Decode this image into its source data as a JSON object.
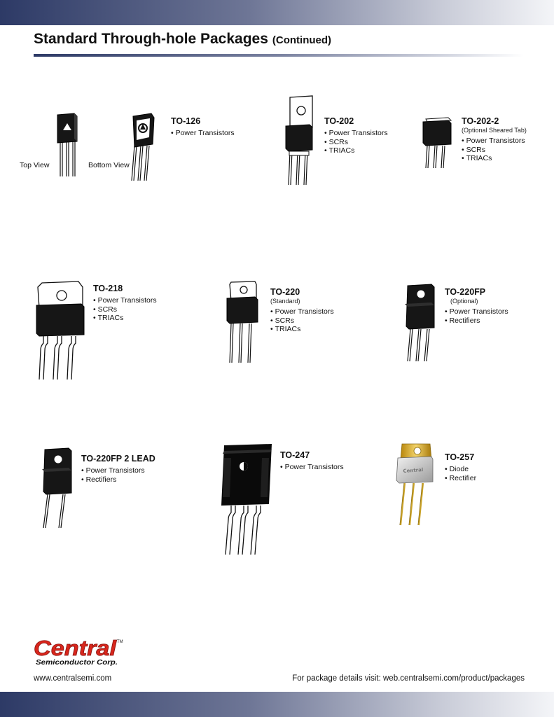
{
  "page": {
    "title": "Standard Through-hole Packages",
    "title_suffix": "(Continued)"
  },
  "views": {
    "top": "Top View",
    "bottom": "Bottom View"
  },
  "packages": [
    {
      "name": "TO-126",
      "note": "",
      "features": [
        "Power Transistors"
      ]
    },
    {
      "name": "TO-202",
      "note": "",
      "features": [
        "Power Transistors",
        "SCRs",
        "TRIACs"
      ]
    },
    {
      "name": "TO-202-2",
      "note": "(Optional Sheared Tab)",
      "features": [
        "Power Transistors",
        "SCRs",
        "TRIACs"
      ]
    },
    {
      "name": "TO-218",
      "note": "",
      "features": [
        "Power Transistors",
        "SCRs",
        "TRIACs"
      ]
    },
    {
      "name": "TO-220",
      "note": "(Standard)",
      "features": [
        "Power Transistors",
        "SCRs",
        "TRIACs"
      ]
    },
    {
      "name": "TO-220FP",
      "note": "(Optional)",
      "features": [
        "Power Transistors",
        "Rectifiers"
      ]
    },
    {
      "name": "TO-220FP 2 LEAD",
      "note": "",
      "features": [
        "Power Transistors",
        "Rectifiers"
      ]
    },
    {
      "name": "TO-247",
      "note": "",
      "features": [
        "Power Transistors"
      ]
    },
    {
      "name": "TO-257",
      "note": "",
      "features": [
        "Diode",
        "Rectifier"
      ]
    }
  ],
  "logo": {
    "brand": "Central",
    "tagline": "Semiconductor Corp.",
    "trademark": "TM",
    "device_marking": "Central",
    "brand_color": "#d9261c"
  },
  "footer": {
    "website": "www.centralsemi.com",
    "details": "For package details visit: web.centralsemi.com/product/packages"
  }
}
